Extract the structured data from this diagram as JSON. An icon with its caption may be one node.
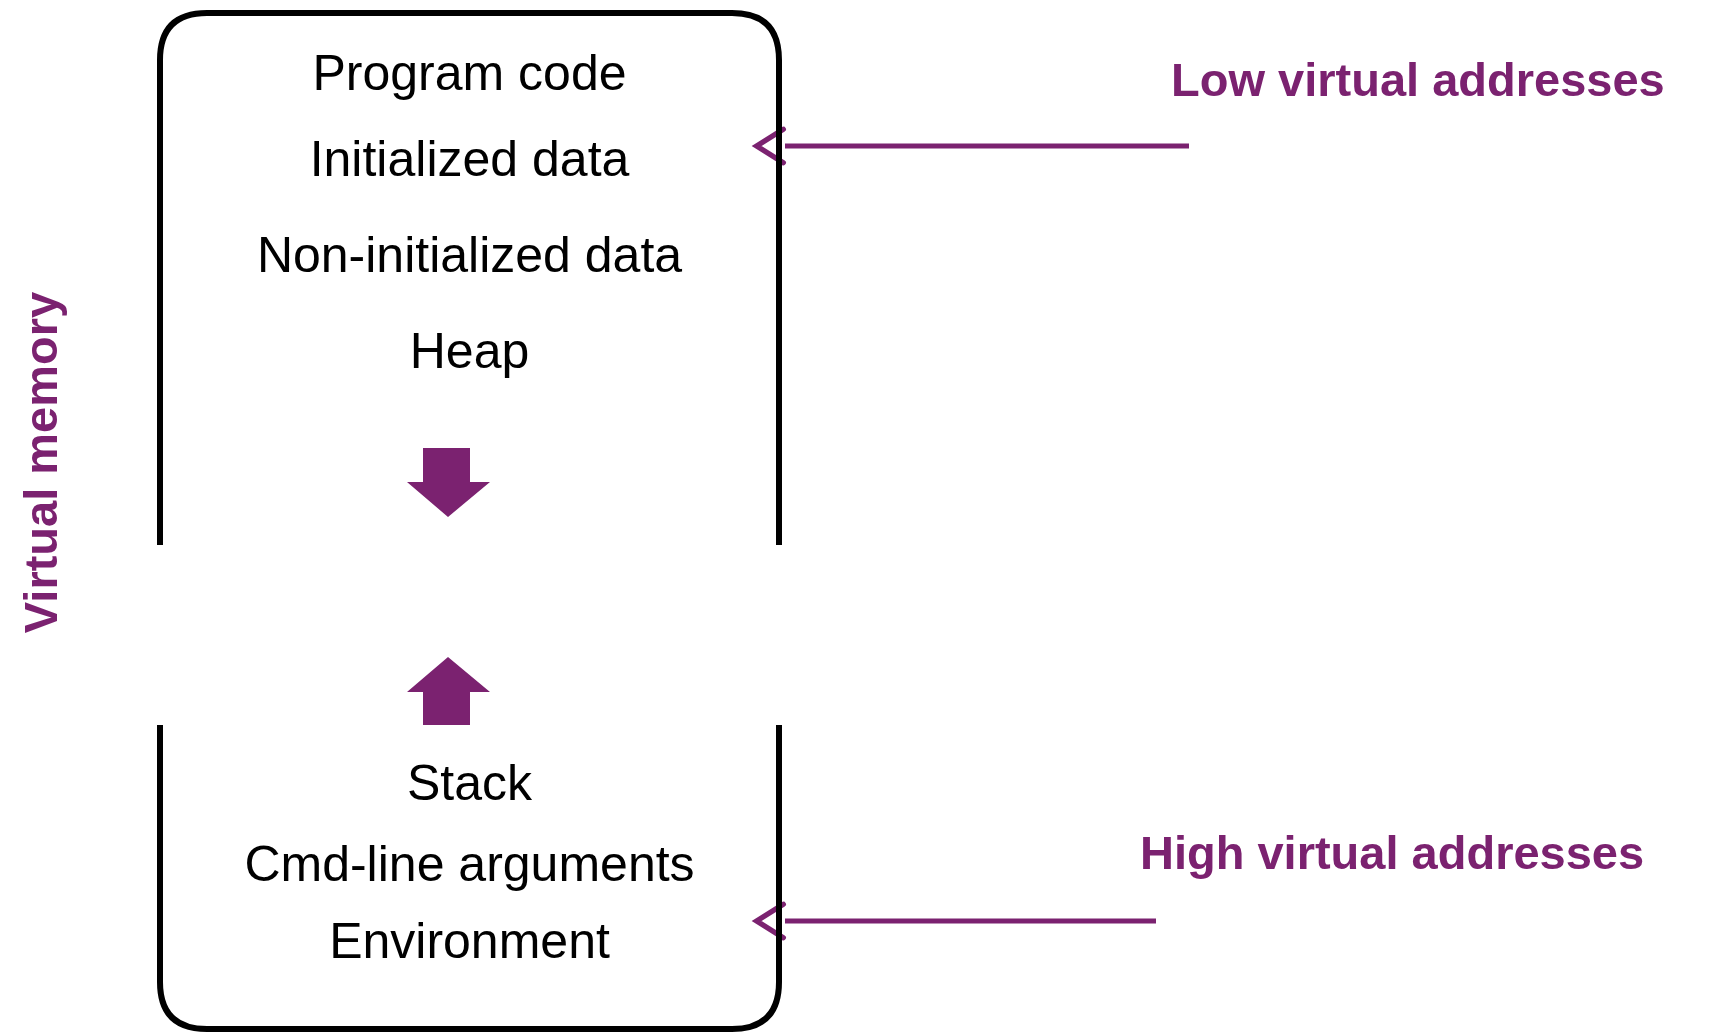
{
  "diagram": {
    "nodes": [
      {
        "text": [
          "Program code",
          "Initialized data",
          "Non-initialized data",
          "Heap"
        ]
      },
      {
        "text": [
          "Stack",
          "Cmd-line arguments",
          "Environment"
        ]
      }
    ],
    "edges": [
      {
        "from": null,
        "to": 0,
        "arrow": "to"
      },
      {
        "from": null,
        "to": 1,
        "arrow": "to"
      }
    ],
    "labels": [
      "Virtual memory",
      "Low virtual addresses",
      "High virtual addresses"
    ]
  }
}
